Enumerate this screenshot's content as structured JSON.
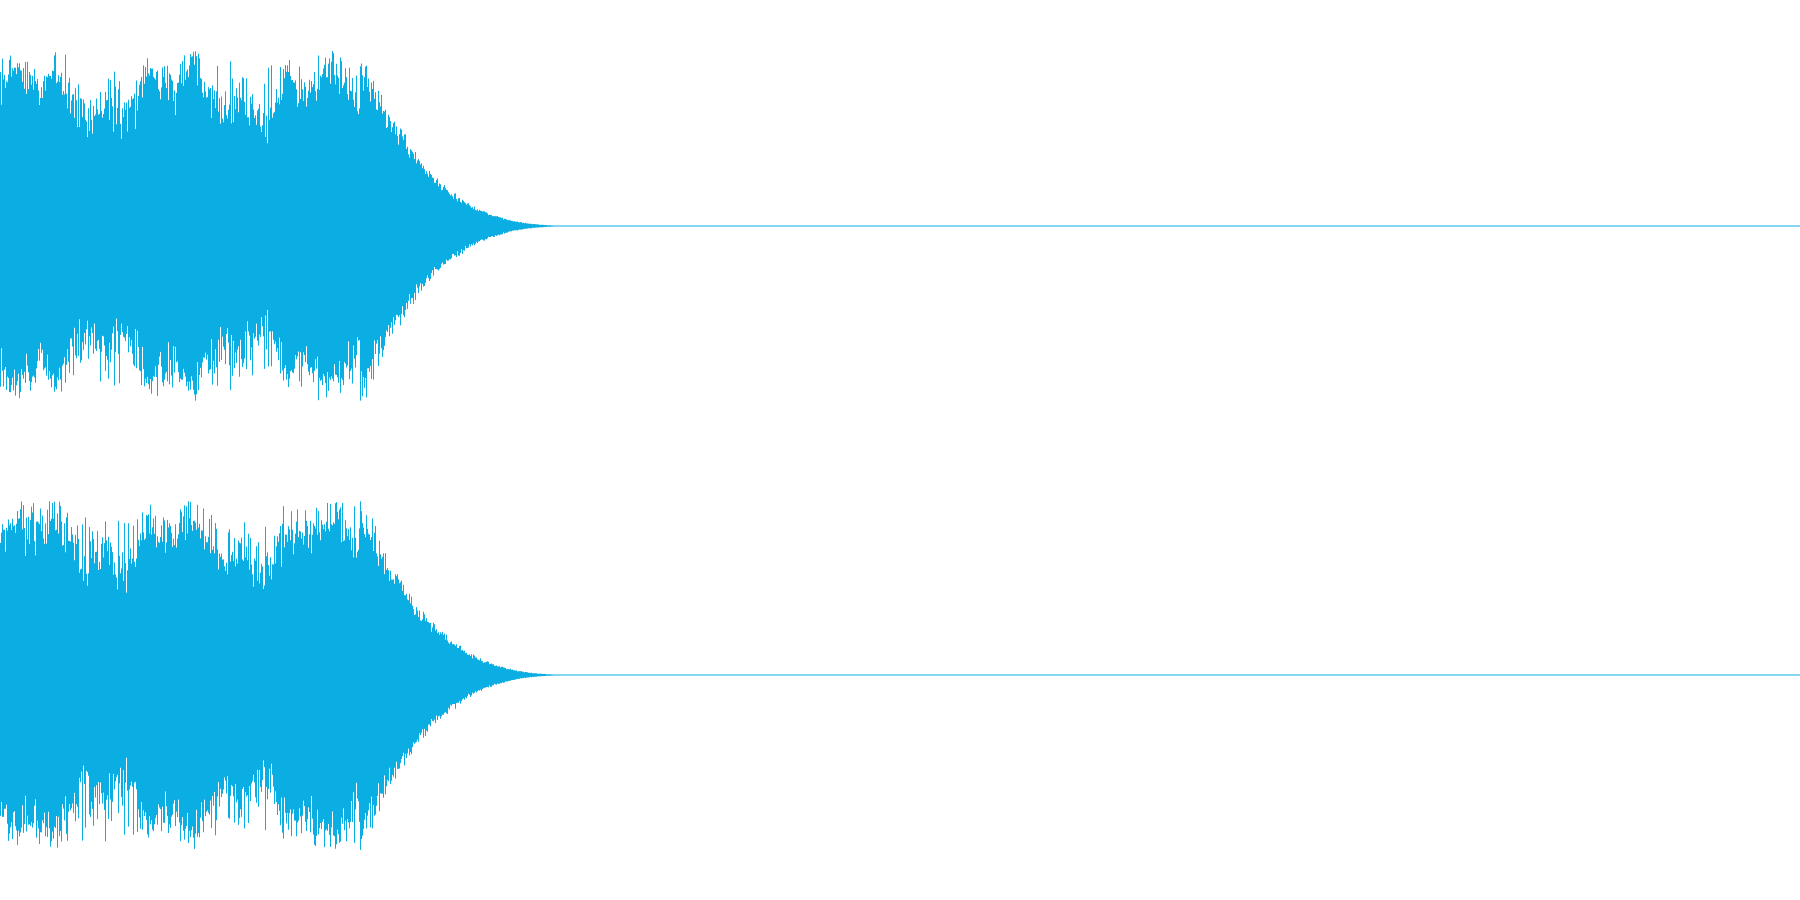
{
  "waveform": {
    "color": "#0aaee3",
    "channel_count": 2,
    "channels": [
      {
        "id": "left"
      },
      {
        "id": "right"
      }
    ],
    "envelope": {
      "sustain_end_fraction": 0.2,
      "decay_end_fraction": 0.32
    }
  }
}
